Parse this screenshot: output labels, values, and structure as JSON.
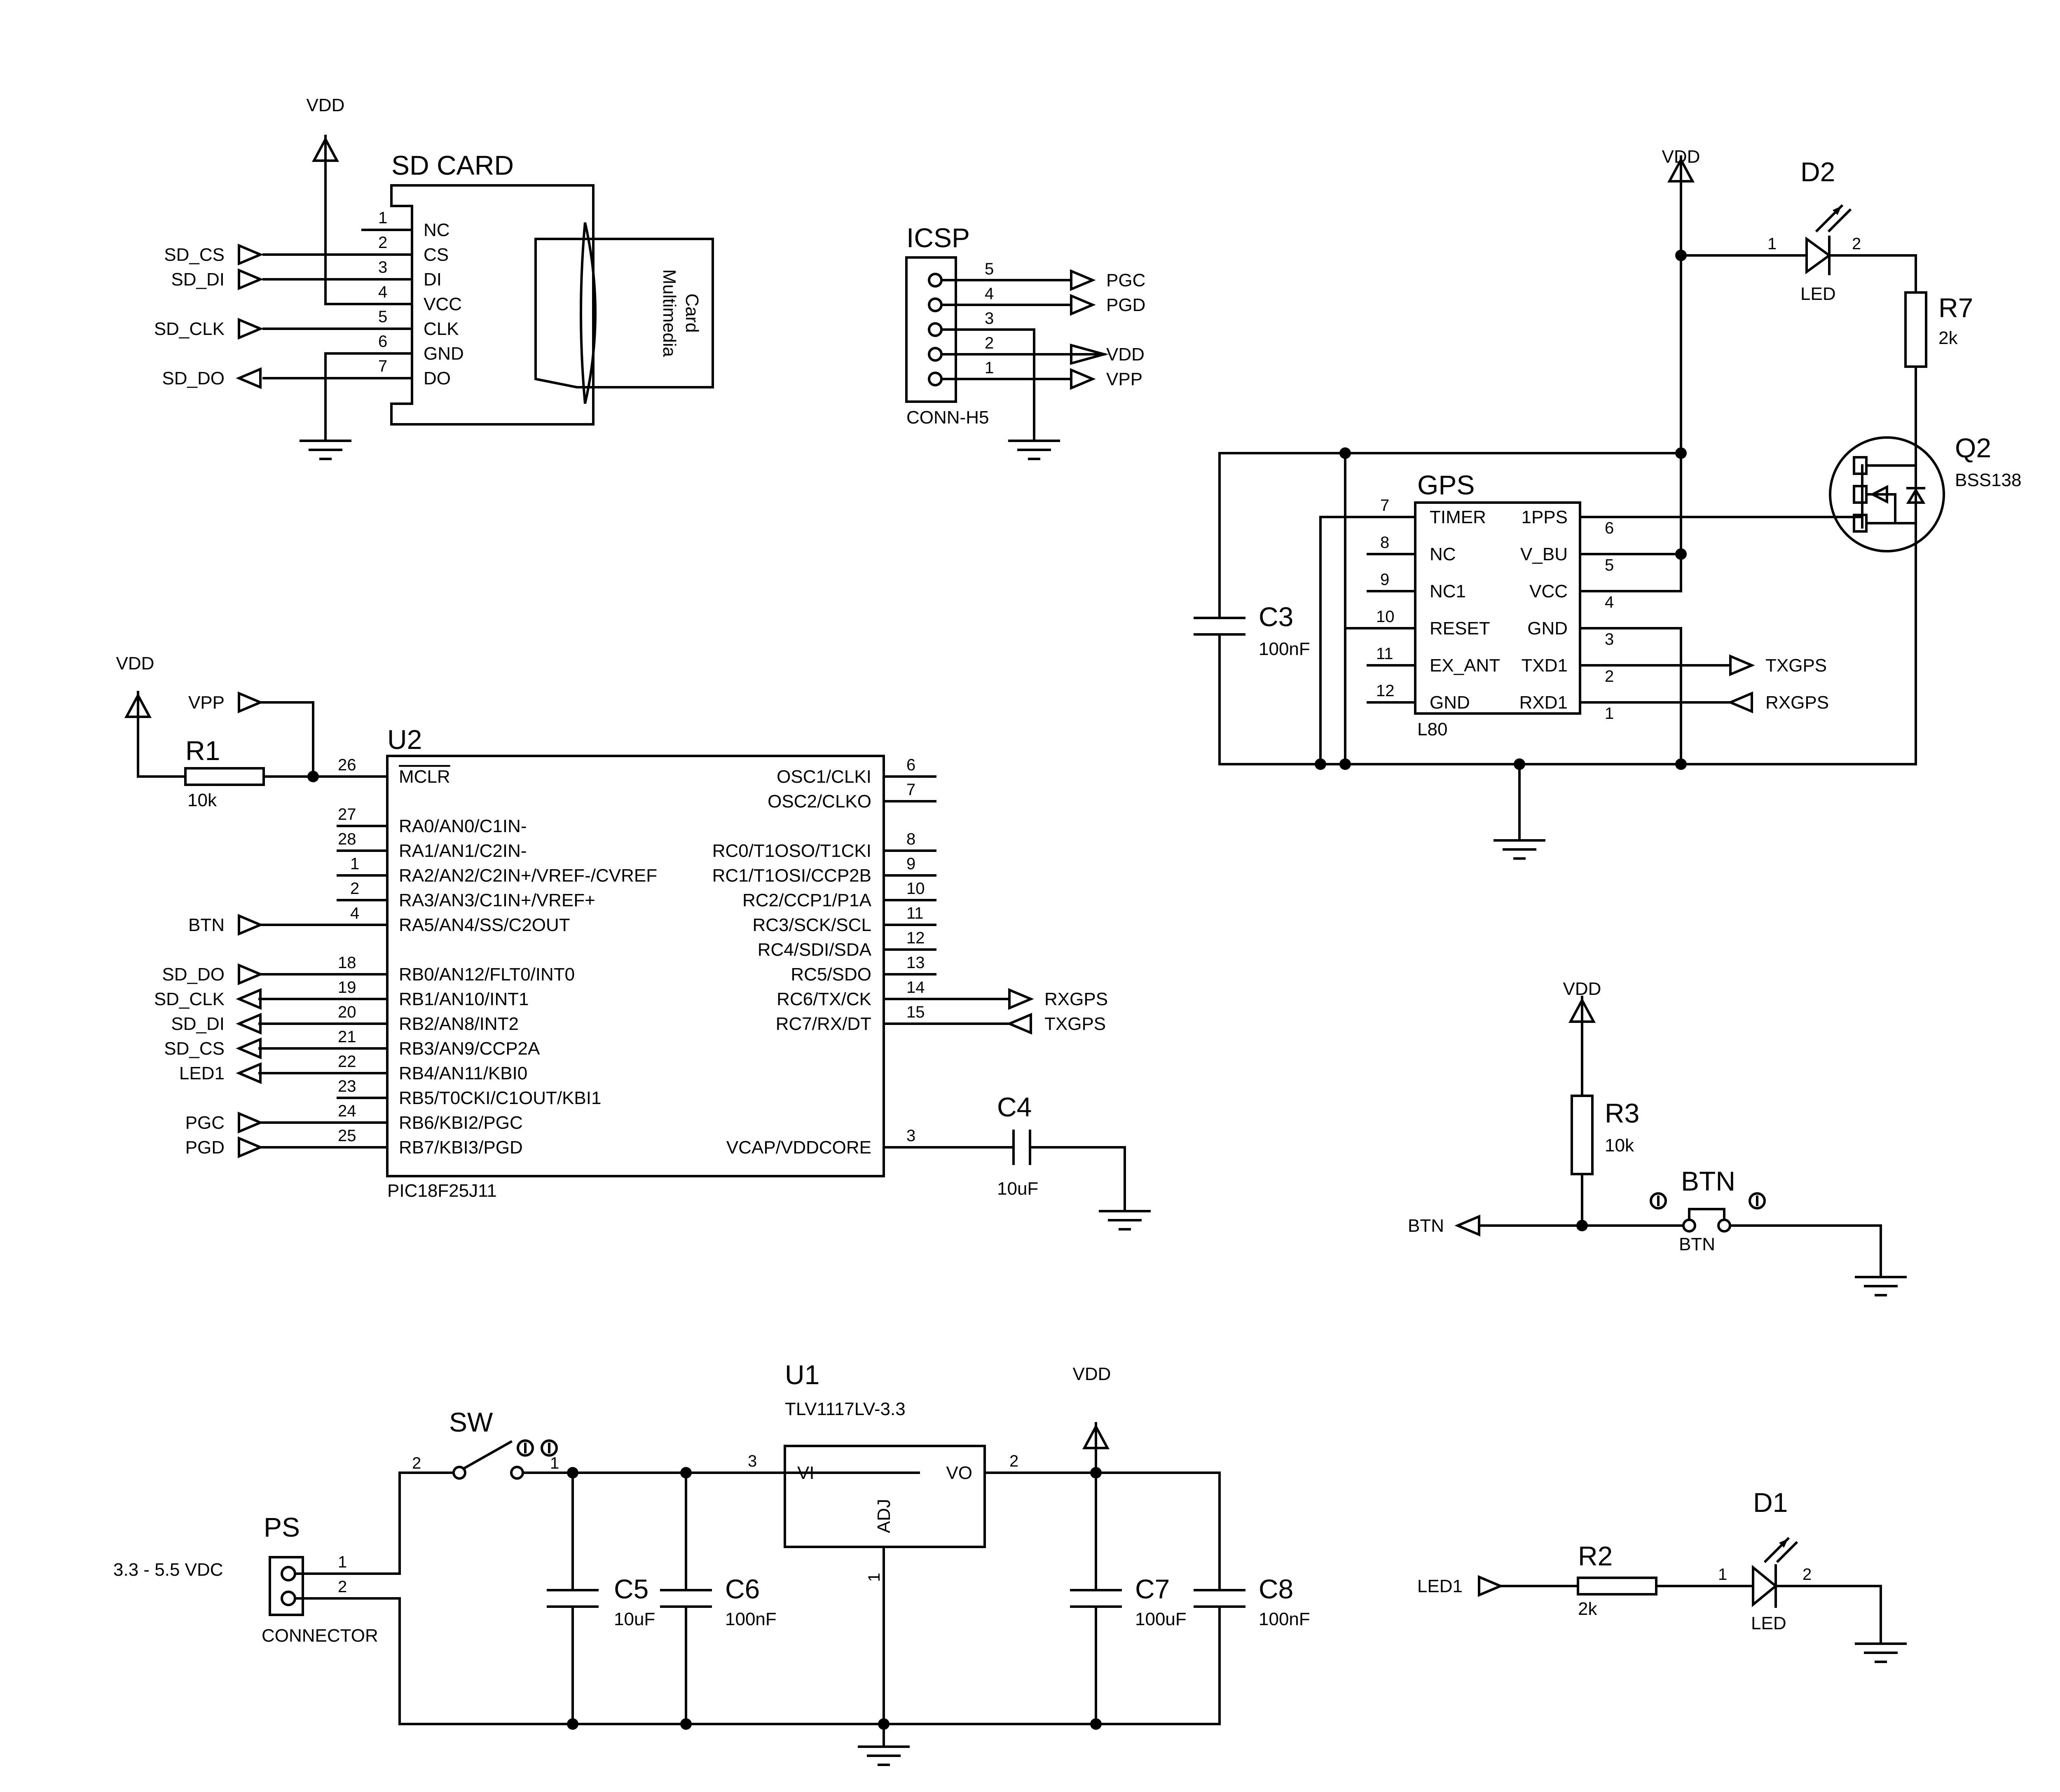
{
  "sdcard": {
    "ref": "SD CARD",
    "card_label": [
      "Card",
      "Multimedia"
    ],
    "pins": [
      {
        "num": "1",
        "name": "NC"
      },
      {
        "num": "2",
        "name": "CS"
      },
      {
        "num": "3",
        "name": "DI"
      },
      {
        "num": "4",
        "name": "VCC"
      },
      {
        "num": "5",
        "name": "CLK"
      },
      {
        "num": "6",
        "name": "GND"
      },
      {
        "num": "7",
        "name": "DO"
      }
    ],
    "nets": {
      "cs": "SD_CS",
      "di": "SD_DI",
      "clk": "SD_CLK",
      "do": "SD_DO",
      "vdd": "VDD"
    }
  },
  "icsp": {
    "ref": "ICSP",
    "value": "CONN-H5",
    "pins": [
      "5",
      "4",
      "3",
      "2",
      "1"
    ],
    "nets": [
      "PGC",
      "PGD",
      "VDD",
      "VPP"
    ]
  },
  "gps": {
    "ref": "GPS",
    "value": "L80",
    "left_pins": [
      {
        "num": "7",
        "name": "TIMER"
      },
      {
        "num": "8",
        "name": "NC"
      },
      {
        "num": "9",
        "name": "NC1"
      },
      {
        "num": "10",
        "name": "RESET"
      },
      {
        "num": "11",
        "name": "EX_ANT"
      },
      {
        "num": "12",
        "name": "GND"
      }
    ],
    "right_pins": [
      {
        "num": "6",
        "name": "1PPS"
      },
      {
        "num": "5",
        "name": "V_BU"
      },
      {
        "num": "4",
        "name": "VCC"
      },
      {
        "num": "3",
        "name": "GND"
      },
      {
        "num": "2",
        "name": "TXD1"
      },
      {
        "num": "1",
        "name": "RXD1"
      }
    ],
    "nets": {
      "tx": "TXGPS",
      "rx": "RXGPS",
      "vdd": "VDD"
    }
  },
  "c3": {
    "ref": "C3",
    "value": "100nF"
  },
  "d2": {
    "ref": "D2",
    "value": "LED",
    "pin1": "1",
    "pin2": "2"
  },
  "r7": {
    "ref": "R7",
    "value": "2k"
  },
  "q2": {
    "ref": "Q2",
    "value": "BSS138"
  },
  "mcu": {
    "ref": "U2",
    "value": "PIC18F25J11",
    "left_pins": [
      {
        "num": "26",
        "name": "MCLR"
      },
      {
        "num": "27",
        "name": "RA0/AN0/C1IN-"
      },
      {
        "num": "28",
        "name": "RA1/AN1/C2IN-"
      },
      {
        "num": "1",
        "name": "RA2/AN2/C2IN+/VREF-/CVREF"
      },
      {
        "num": "2",
        "name": "RA3/AN3/C1IN+/VREF+"
      },
      {
        "num": "4",
        "name": "RA5/AN4/SS/C2OUT"
      },
      {
        "num": "18",
        "name": "RB0/AN12/FLT0/INT0"
      },
      {
        "num": "19",
        "name": "RB1/AN10/INT1"
      },
      {
        "num": "20",
        "name": "RB2/AN8/INT2"
      },
      {
        "num": "21",
        "name": "RB3/AN9/CCP2A"
      },
      {
        "num": "22",
        "name": "RB4/AN11/KBI0"
      },
      {
        "num": "23",
        "name": "RB5/T0CKI/C1OUT/KBI1"
      },
      {
        "num": "24",
        "name": "RB6/KBI2/PGC"
      },
      {
        "num": "25",
        "name": "RB7/KBI3/PGD"
      }
    ],
    "right_pins": [
      {
        "num": "6",
        "name": "OSC1/CLKI"
      },
      {
        "num": "7",
        "name": "OSC2/CLKO"
      },
      {
        "num": "8",
        "name": "RC0/T1OSO/T1CKI"
      },
      {
        "num": "9",
        "name": "RC1/T1OSI/CCP2B"
      },
      {
        "num": "10",
        "name": "RC2/CCP1/P1A"
      },
      {
        "num": "11",
        "name": "RC3/SCK/SCL"
      },
      {
        "num": "12",
        "name": "RC4/SDI/SDA"
      },
      {
        "num": "13",
        "name": "RC5/SDO"
      },
      {
        "num": "14",
        "name": "RC6/TX/CK"
      },
      {
        "num": "15",
        "name": "RC7/RX/DT"
      },
      {
        "num": "3",
        "name": "VCAP/VDDCORE"
      }
    ],
    "nets_left": [
      "BTN",
      "SD_DO",
      "SD_CLK",
      "SD_DI",
      "SD_CS",
      "LED1",
      "PGC",
      "PGD"
    ],
    "nets_right": [
      "RXGPS",
      "TXGPS"
    ]
  },
  "r1": {
    "ref": "R1",
    "value": "10k",
    "vdd": "VDD",
    "vpp": "VPP"
  },
  "c4": {
    "ref": "C4",
    "value": "10uF"
  },
  "r3": {
    "ref": "R3",
    "value": "10k",
    "vdd": "VDD"
  },
  "btn": {
    "ref": "BTN",
    "value": "BTN",
    "net": "BTN"
  },
  "ps": {
    "ref": "PS",
    "value": "CONNECTOR",
    "input": "3.3 - 5.5 VDC",
    "pin1": "1",
    "pin2": "2"
  },
  "sw": {
    "ref": "SW",
    "pin1": "1",
    "pin2": "2"
  },
  "u1": {
    "ref": "U1",
    "value": "TLV1117LV-3.3",
    "vi": "VI",
    "vo": "VO",
    "adj": "ADJ",
    "pin_vi": "3",
    "pin_vo": "2",
    "pin_adj": "1",
    "vdd": "VDD"
  },
  "c5": {
    "ref": "C5",
    "value": "10uF"
  },
  "c6": {
    "ref": "C6",
    "value": "100nF"
  },
  "c7": {
    "ref": "C7",
    "value": "100uF"
  },
  "c8": {
    "ref": "C8",
    "value": "100nF"
  },
  "r2": {
    "ref": "R2",
    "value": "2k"
  },
  "d1": {
    "ref": "D1",
    "value": "LED",
    "pin1": "1",
    "pin2": "2",
    "net": "LED1"
  }
}
